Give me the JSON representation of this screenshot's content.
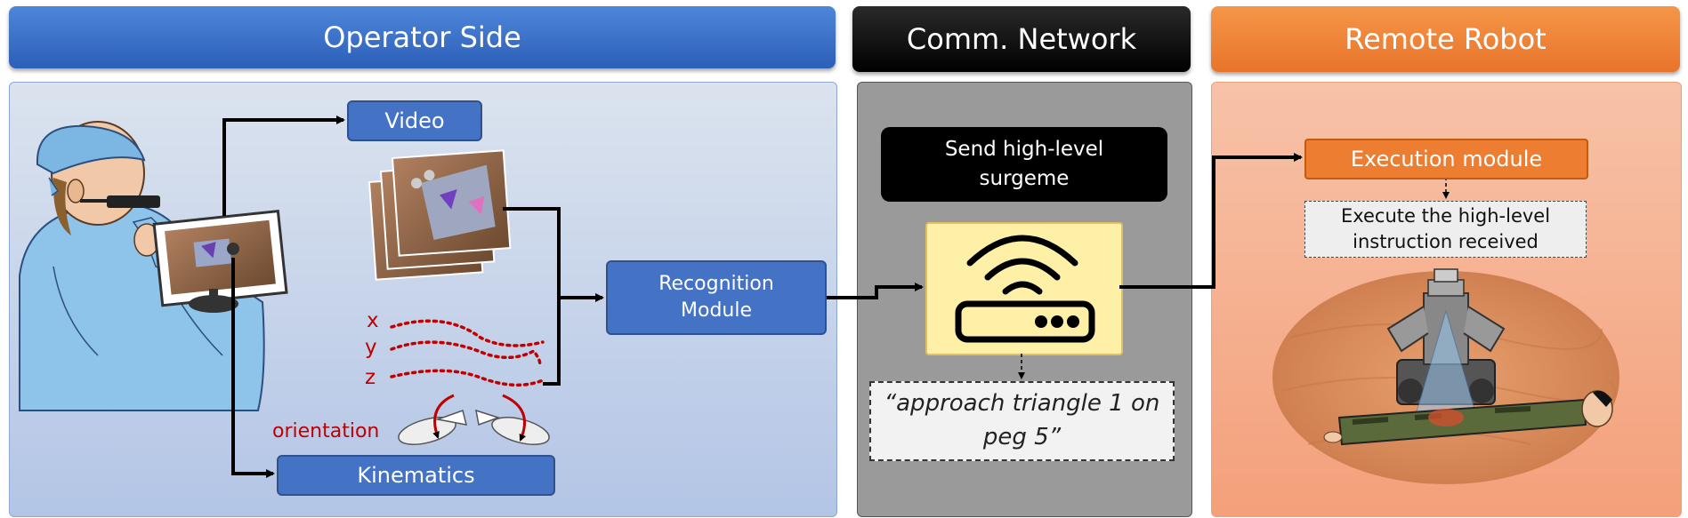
{
  "headers": {
    "operator": "Operator Side",
    "network": "Comm. Network",
    "robot": "Remote Robot"
  },
  "operator": {
    "video_label": "Video",
    "kinematics_label": "Kinematics",
    "recognition_line1": "Recognition",
    "recognition_line2": "Module",
    "axes": [
      "x",
      "y",
      "z"
    ],
    "orientation_label": "orientation"
  },
  "network": {
    "send_line1": "Send high-level",
    "send_line2": "surgeme",
    "quote_line1": "“approach triangle 1 on",
    "quote_line2": "peg 5”"
  },
  "robot": {
    "execution_label": "Execution module",
    "instruction_line1": "Execute the high-level",
    "instruction_line2": "instruction received"
  },
  "colors": {
    "operator_header": "#3a6fc9",
    "network_header": "#000000",
    "robot_header": "#ed7d31",
    "module_blue": "#4472c4",
    "axis_red": "#c00000"
  }
}
